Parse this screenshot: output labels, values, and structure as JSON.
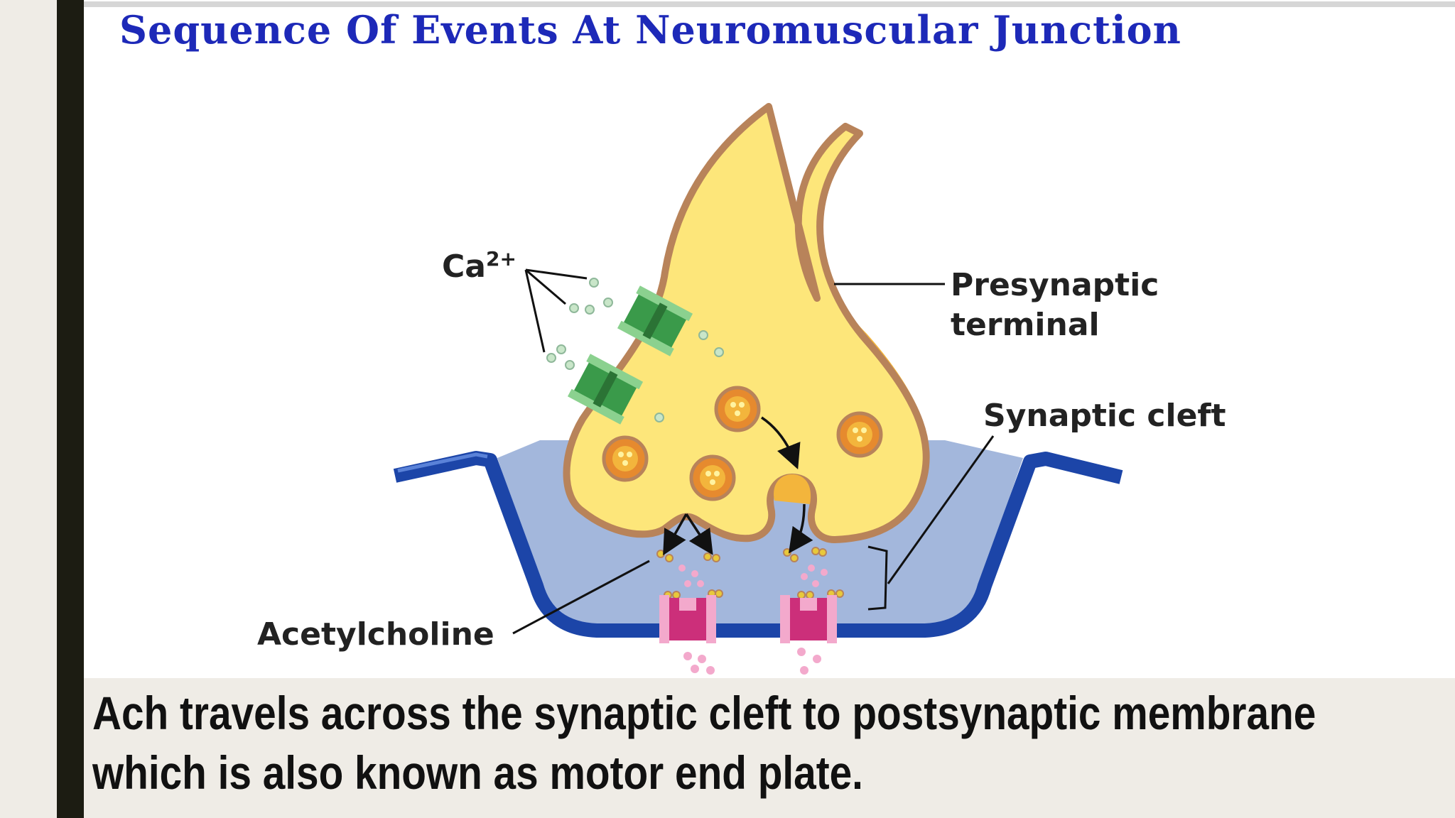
{
  "slide": {
    "title": "Sequence Of Events At Neuromuscular Junction",
    "caption": "Ach travels across the synaptic cleft to postsynaptic membrane which is also known as motor end plate."
  },
  "diagram": {
    "labels": {
      "calcium": "Ca",
      "calcium_charge": "2+",
      "presynaptic_line1": "Presynaptic",
      "presynaptic_line2": "terminal",
      "synaptic_cleft": "Synaptic cleft",
      "acetylcholine": "Acetylcholine"
    },
    "colors": {
      "title": "#1d29b8",
      "terminal_fill": "#fde67a",
      "terminal_outline": "#b8835a",
      "terminal_shadow": "#f3b53c",
      "cleft_fill": "#a3b7dc",
      "membrane": "#1c45a8",
      "vesicle": "#e68a2e",
      "calcium_channel": "#3a9a4a",
      "ach_receptor": "#cc2f7a"
    }
  }
}
